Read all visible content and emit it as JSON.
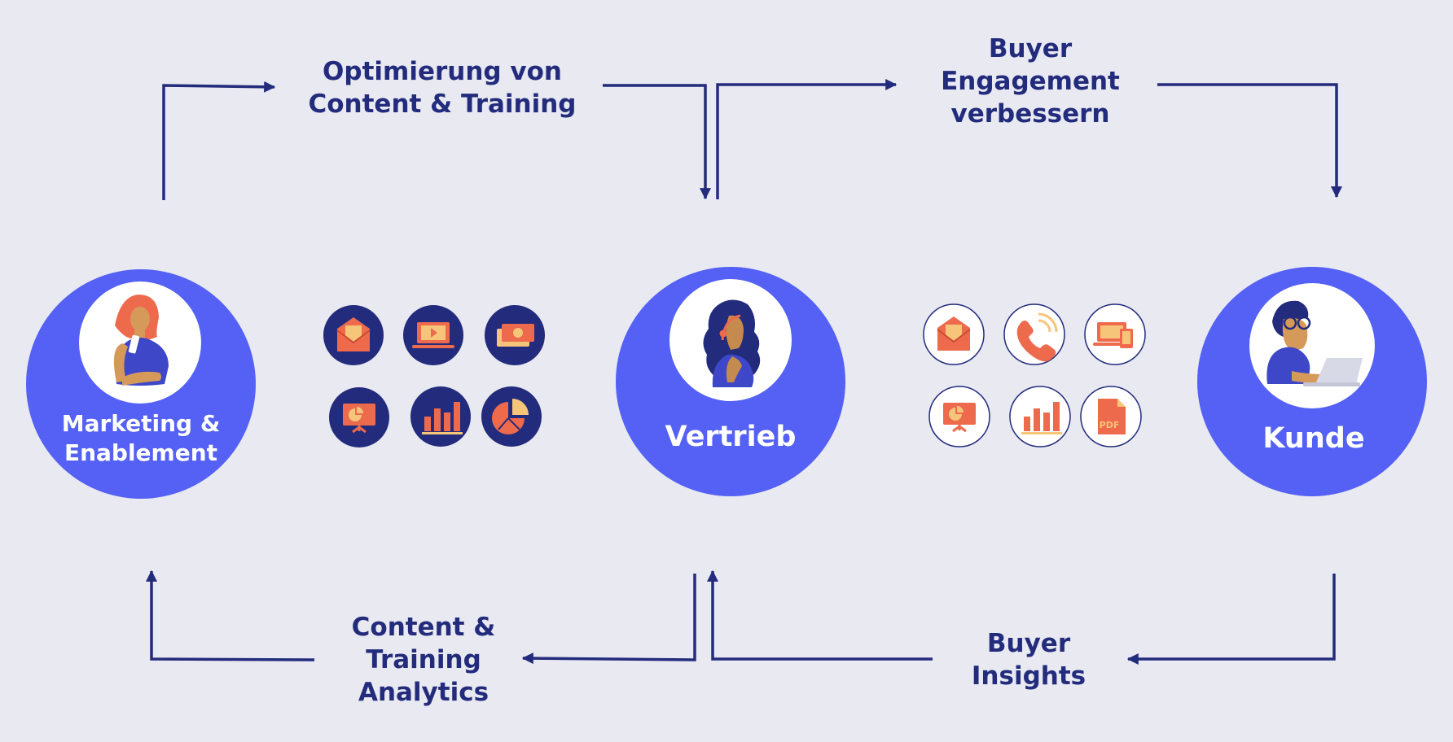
{
  "nodes": {
    "marketing": {
      "label_line1": "Marketing &",
      "label_line2": "Enablement"
    },
    "sales": {
      "label": "Vertrieb"
    },
    "customer": {
      "label": "Kunde"
    }
  },
  "flows": {
    "top_left": {
      "line1": "Optimierung von",
      "line2": "Content & Training"
    },
    "top_right": {
      "line1": "Buyer",
      "line2": "Engagement",
      "line3": "verbessern"
    },
    "bottom_left": {
      "line1": "Content &",
      "line2": "Training",
      "line3": "Analytics"
    },
    "bottom_right": {
      "line1": "Buyer",
      "line2": "Insights"
    }
  },
  "icon_groups": {
    "content_assets": [
      "envelope-icon",
      "video-laptop-icon",
      "money-icon",
      "presentation-icon",
      "bar-chart-icon",
      "pie-chart-icon"
    ],
    "engagement_channels": [
      "envelope-icon",
      "phone-icon",
      "devices-icon",
      "presentation-icon",
      "bar-chart-icon",
      "pdf-icon"
    ],
    "pdf_text": "PDF"
  },
  "colors": {
    "background": "#e8e9f1",
    "node": "#5461f4",
    "navy": "#232b7c",
    "orange": "#ee6a4d",
    "yellow": "#f7c57a",
    "white": "#ffffff"
  }
}
